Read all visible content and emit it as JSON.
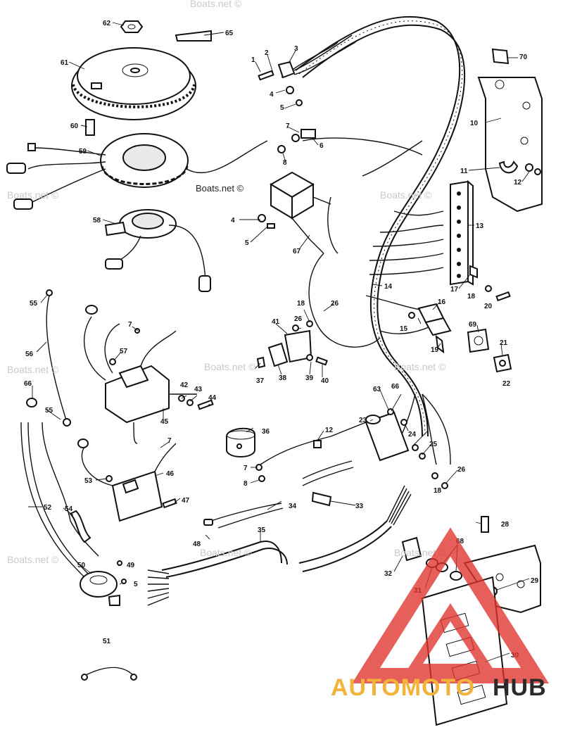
{
  "diagram": {
    "watermark_main": "Boats.net ©",
    "watermark_faint": "Boats.net ©",
    "brand": {
      "part1": "AUTOMOTO",
      "part2": "HUB",
      "color1": "#f3b23a",
      "color2": "#2b2b2b",
      "logo_color": "#e0332c"
    },
    "callouts": [
      {
        "id": "1",
        "text": "1"
      },
      {
        "id": "2",
        "text": "2"
      },
      {
        "id": "3",
        "text": "3"
      },
      {
        "id": "4a",
        "text": "4"
      },
      {
        "id": "4b",
        "text": "4"
      },
      {
        "id": "5a",
        "text": "5"
      },
      {
        "id": "5b",
        "text": "5"
      },
      {
        "id": "5c",
        "text": "5"
      },
      {
        "id": "6",
        "text": "6"
      },
      {
        "id": "7a",
        "text": "7"
      },
      {
        "id": "7b",
        "text": "7"
      },
      {
        "id": "7c",
        "text": "7"
      },
      {
        "id": "7d",
        "text": "7"
      },
      {
        "id": "8a",
        "text": "8"
      },
      {
        "id": "8b",
        "text": "8"
      },
      {
        "id": "10",
        "text": "10"
      },
      {
        "id": "11",
        "text": "11"
      },
      {
        "id": "12a",
        "text": "12"
      },
      {
        "id": "12b",
        "text": "12"
      },
      {
        "id": "13",
        "text": "13"
      },
      {
        "id": "14",
        "text": "14"
      },
      {
        "id": "15",
        "text": "15"
      },
      {
        "id": "16",
        "text": "16"
      },
      {
        "id": "17",
        "text": "17"
      },
      {
        "id": "18a",
        "text": "18"
      },
      {
        "id": "18b",
        "text": "18"
      },
      {
        "id": "18c",
        "text": "18"
      },
      {
        "id": "19",
        "text": "19"
      },
      {
        "id": "20",
        "text": "20"
      },
      {
        "id": "21",
        "text": "21"
      },
      {
        "id": "22",
        "text": "22"
      },
      {
        "id": "23",
        "text": "23"
      },
      {
        "id": "24",
        "text": "24"
      },
      {
        "id": "25",
        "text": "25"
      },
      {
        "id": "26a",
        "text": "26"
      },
      {
        "id": "26b",
        "text": "26"
      },
      {
        "id": "26c",
        "text": "26"
      },
      {
        "id": "28",
        "text": "28"
      },
      {
        "id": "29",
        "text": "29"
      },
      {
        "id": "30",
        "text": "30"
      },
      {
        "id": "31",
        "text": "31"
      },
      {
        "id": "32",
        "text": "32"
      },
      {
        "id": "33",
        "text": "33"
      },
      {
        "id": "34",
        "text": "34"
      },
      {
        "id": "35",
        "text": "35"
      },
      {
        "id": "36",
        "text": "36"
      },
      {
        "id": "37",
        "text": "37"
      },
      {
        "id": "38",
        "text": "38"
      },
      {
        "id": "39",
        "text": "39"
      },
      {
        "id": "40",
        "text": "40"
      },
      {
        "id": "41",
        "text": "41"
      },
      {
        "id": "42",
        "text": "42"
      },
      {
        "id": "43",
        "text": "43"
      },
      {
        "id": "44",
        "text": "44"
      },
      {
        "id": "45",
        "text": "45"
      },
      {
        "id": "46",
        "text": "46"
      },
      {
        "id": "47",
        "text": "47"
      },
      {
        "id": "48",
        "text": "48"
      },
      {
        "id": "49",
        "text": "49"
      },
      {
        "id": "50",
        "text": "50"
      },
      {
        "id": "51",
        "text": "51"
      },
      {
        "id": "52",
        "text": "52"
      },
      {
        "id": "53",
        "text": "53"
      },
      {
        "id": "54",
        "text": "54"
      },
      {
        "id": "55a",
        "text": "55"
      },
      {
        "id": "55b",
        "text": "55"
      },
      {
        "id": "56",
        "text": "56"
      },
      {
        "id": "57",
        "text": "57"
      },
      {
        "id": "58",
        "text": "58"
      },
      {
        "id": "59",
        "text": "59"
      },
      {
        "id": "60",
        "text": "60"
      },
      {
        "id": "61",
        "text": "61"
      },
      {
        "id": "62",
        "text": "62"
      },
      {
        "id": "63",
        "text": "63"
      },
      {
        "id": "65",
        "text": "65"
      },
      {
        "id": "66a",
        "text": "66"
      },
      {
        "id": "66b",
        "text": "66"
      },
      {
        "id": "67",
        "text": "67"
      },
      {
        "id": "68",
        "text": "68"
      },
      {
        "id": "69",
        "text": "69"
      },
      {
        "id": "70",
        "text": "70"
      }
    ]
  }
}
